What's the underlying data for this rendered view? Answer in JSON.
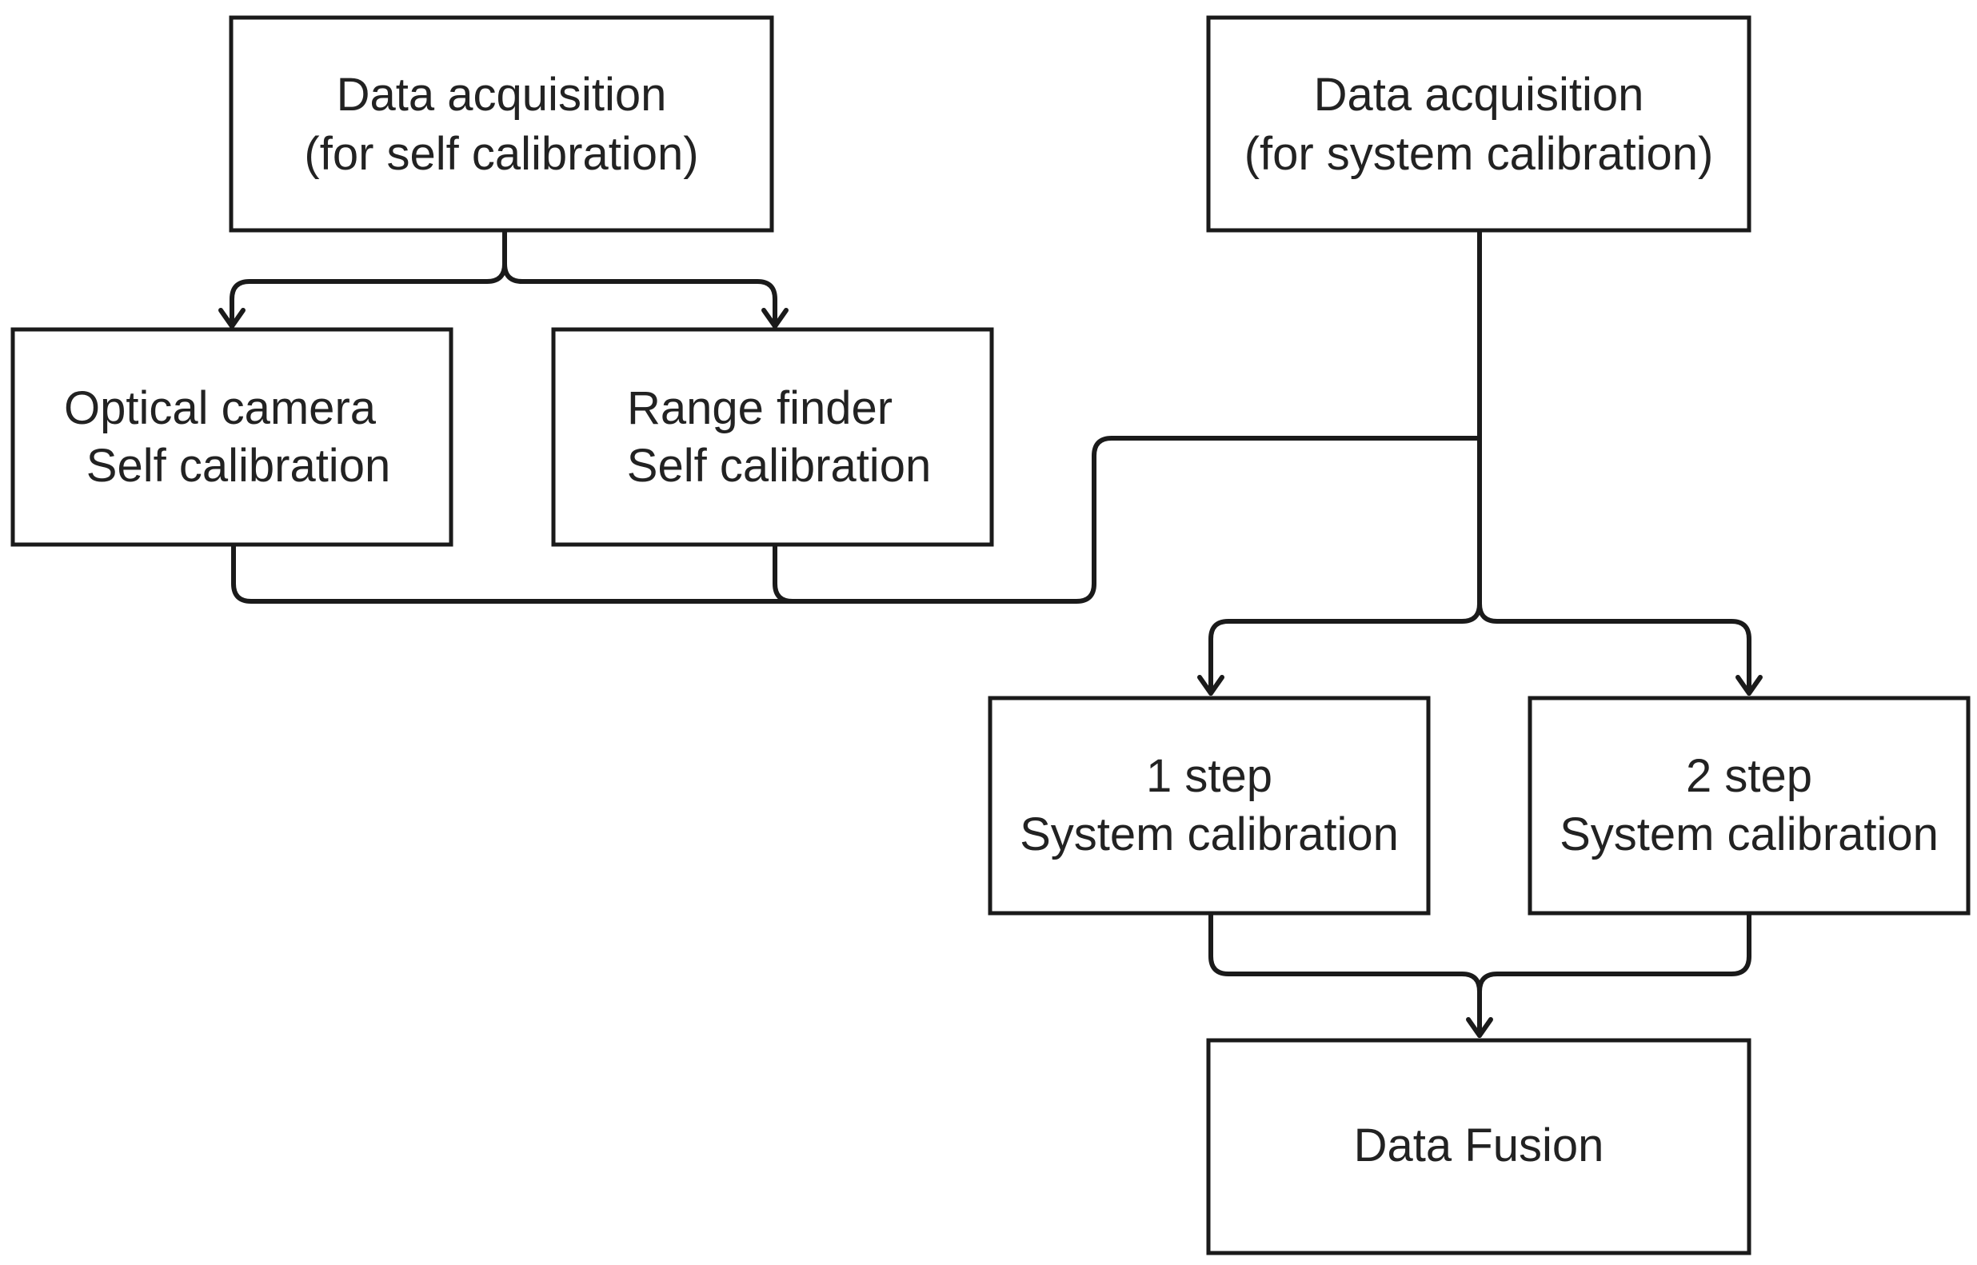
{
  "diagram": {
    "nodes": {
      "acq_self": {
        "line1": "Data acquisition",
        "line2": "(for self calibration)"
      },
      "acq_system": {
        "line1": "Data acquisition",
        "line2": "(for system calibration)"
      },
      "camera_self": {
        "line1": "Optical camera",
        "line2": "Self calibration"
      },
      "range_self": {
        "line1": "Range finder",
        "line2": "Self calibration"
      },
      "step1_system": {
        "line1": "1 step",
        "line2": "System calibration"
      },
      "step2_system": {
        "line1": "2 step",
        "line2": "System calibration"
      },
      "fusion": {
        "line1": "Data Fusion"
      }
    },
    "edges": [
      {
        "from": "acq_self",
        "to": "camera_self"
      },
      {
        "from": "acq_self",
        "to": "range_self"
      },
      {
        "from": "camera_self",
        "to": "step1_system"
      },
      {
        "from": "range_self",
        "to": "step1_system"
      },
      {
        "from": "camera_self",
        "to": "step2_system"
      },
      {
        "from": "range_self",
        "to": "step2_system"
      },
      {
        "from": "acq_system",
        "to": "step1_system"
      },
      {
        "from": "acq_system",
        "to": "step2_system"
      },
      {
        "from": "step1_system",
        "to": "fusion"
      },
      {
        "from": "step2_system",
        "to": "fusion"
      }
    ]
  }
}
